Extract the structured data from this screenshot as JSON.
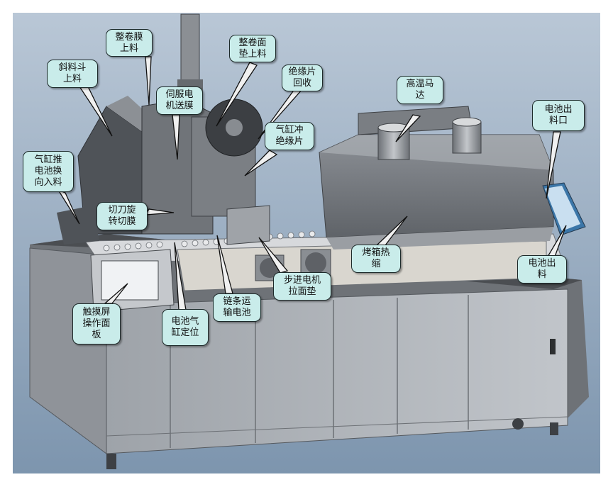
{
  "colors": {
    "background": "#9fb2c6",
    "callout_fill": "#c9ecea",
    "callout_border": "#1d2a2a",
    "machine_gray": "#a9adb2"
  },
  "callouts": {
    "film_feed": "整卷膜\n上料",
    "roll_pad_feed": "整卷面\n垫上料",
    "insulation_recycle": "绝缘片\n回收",
    "inclined_hopper": "斜料斗\n上料",
    "servo_motor": "伺服电\n机送膜",
    "high_temp_motor": "高温马\n达",
    "battery_outlet": "电池出\n料口",
    "cylinder_punch": "气缸冲\n绝缘片",
    "cylinder_push": "气缸推\n电池换\n向入料",
    "rotary_cutter": "切刀旋\n转切膜",
    "oven": "烤箱热\n缩",
    "battery_out": "电池出\n料",
    "chain_conveyor": "链条运\n输电池",
    "stepper_motor": "步进电机\n拉面垫",
    "touchscreen": "触摸屏\n操作面\n板",
    "battery_positioning": "电池气\n缸定位"
  }
}
